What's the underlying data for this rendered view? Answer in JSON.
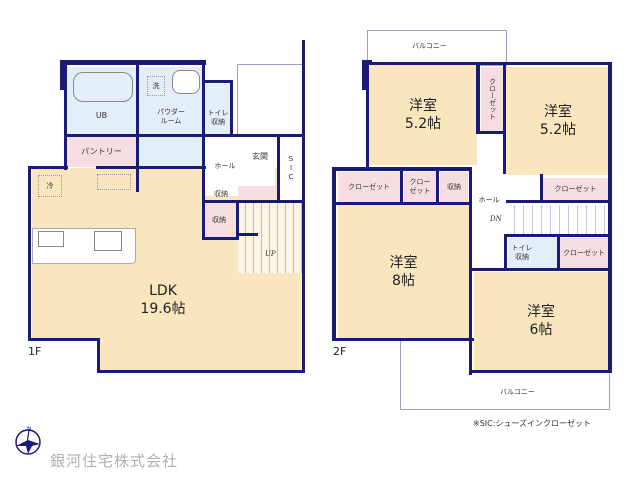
{
  "floor1": {
    "label": "1F",
    "rooms": {
      "ub": "UB",
      "powder": "パウダー\nルーム",
      "wash": "洗",
      "toilet": "トイレ",
      "toilet_storage": "収納",
      "pantry": "パントリー",
      "fridge": "冷",
      "hall": "ホール",
      "entrance": "玄関",
      "sic": "S\nI\nC",
      "hall_storage": "収納",
      "stair_storage": "収納",
      "ldk_name": "LDK",
      "ldk_size": "19.6帖",
      "up": "UP"
    }
  },
  "floor2": {
    "label": "2F",
    "balcony_top": "バルコニー",
    "balcony_bottom": "バルコニー",
    "rooms": {
      "room1_name": "洋室",
      "room1_size": "5.2帖",
      "room2_name": "洋室",
      "room2_size": "5.2帖",
      "room3_name": "洋室",
      "room3_size": "8帖",
      "room4_name": "洋室",
      "room4_size": "6帖",
      "closet_vertical": "クローゼット",
      "closet_a": "クローゼット",
      "closet_b": "クロー\nゼット",
      "storage": "収納",
      "closet_right": "クローゼット",
      "closet_lower": "クローゼット",
      "hall": "ホール",
      "dn": "DN",
      "toilet": "トイレ",
      "toilet_storage": "収納"
    }
  },
  "footnote": "※SIC:シューズインクローゼット",
  "company": {
    "name": "銀河住宅株式会社",
    "compass": "N"
  },
  "colors": {
    "wall": "#1a1a78",
    "ldk": "#f9e6bf",
    "pink": "#f6dde1",
    "blue": "#e4eef8"
  }
}
